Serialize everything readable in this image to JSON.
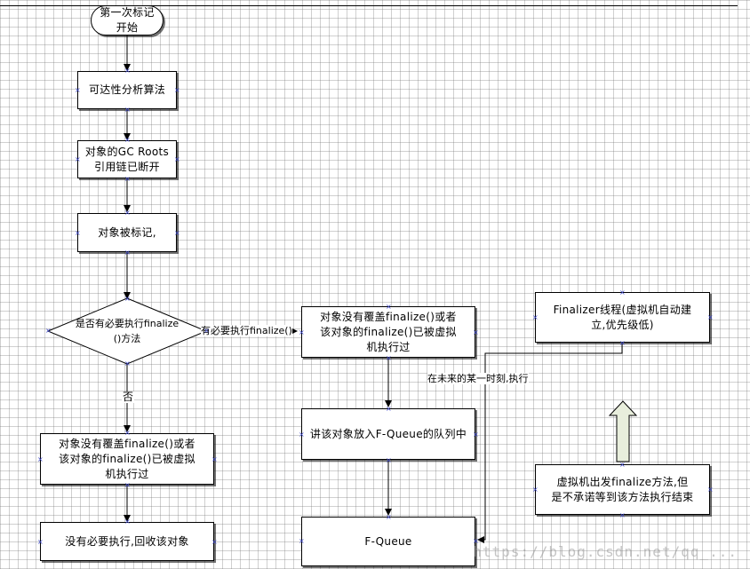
{
  "nodes": {
    "start": "第一次标记\n开始",
    "reachability": "可达性分析算法",
    "gc_roots": "对象的GC Roots\n引用链已断开",
    "marked": "对象被标记,",
    "decision": "是否有必要执行finalize\n()方法",
    "left_not_overridden": "对象没有覆盖finalize()或者\n该对象的finalize()已被虚拟\n机执行过",
    "no_need_reclaim": "没有必要执行,回收该对象",
    "mid_not_overridden": "对象没有覆盖finalize()或者\n该对象的finalize()已被虚拟\n机执行过",
    "put_in_queue": "讲该对象放入F-Queue的队列中",
    "fqueue": "F-Queue",
    "finalizer_thread": "Finalizer线程(虚拟机自动建\n立,优先级低)",
    "vm_trigger": "虚拟机出发finalize方法,但\n是不承诺等到该方法执行结束"
  },
  "edge_labels": {
    "need": "有必要执行finalize()",
    "no": "否",
    "future": "在未来的某一时刻,执行"
  },
  "watermark": "https://blog.csdn.net/qq_..."
}
